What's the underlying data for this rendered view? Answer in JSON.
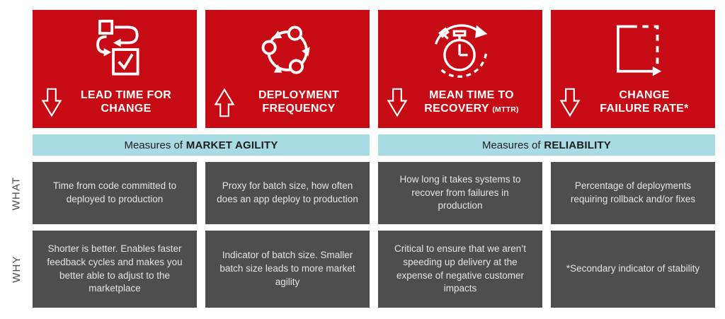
{
  "colors": {
    "red": "#c60b14",
    "light_blue": "#a9dbe5",
    "dark_gray": "#4e4e4e",
    "cell_text": "#e4e4e4",
    "band_text": "#1d1d1d",
    "side_label_text": "#4a4a4a"
  },
  "side_labels": {
    "what": "WHAT",
    "why": "WHY"
  },
  "bands": [
    {
      "prefix": "Measures of",
      "emphasis": "MARKET AGILITY"
    },
    {
      "prefix": "Measures of",
      "emphasis": "RELIABILITY"
    }
  ],
  "metrics": [
    {
      "icon": "process-to-check-icon",
      "trend": "down",
      "title_line1": "LEAD TIME FOR",
      "title_line2": "CHANGE",
      "what": "Time from code committed to deployed to production",
      "why": "Shorter is better. Enables faster feedback cycles and makes you better able to adjust to the marketplace"
    },
    {
      "icon": "deployment-cycle-icon",
      "trend": "up",
      "title_line1": "DEPLOYMENT",
      "title_line2": "FREQUENCY",
      "what": "Proxy for batch size, how often does an app deploy to production",
      "why": "Indicator of batch size. Smaller batch size leads to more market agility"
    },
    {
      "icon": "stopwatch-recovery-icon",
      "trend": "down",
      "title_line1": "MEAN TIME TO",
      "title_line2": "RECOVERY",
      "title_suffix": "(MTTR)",
      "what": "How long it takes systems to recover from failures in production",
      "why": "Critical to ensure that we aren’t speeding up delivery at the expense of negative customer impacts"
    },
    {
      "icon": "dashed-square-icon",
      "trend": "down",
      "title_line1": "CHANGE",
      "title_line2": "FAILURE RATE*",
      "what": "Percentage of deployments requiring rollback and/or fixes",
      "why": "*Secondary indicator of stability"
    }
  ]
}
